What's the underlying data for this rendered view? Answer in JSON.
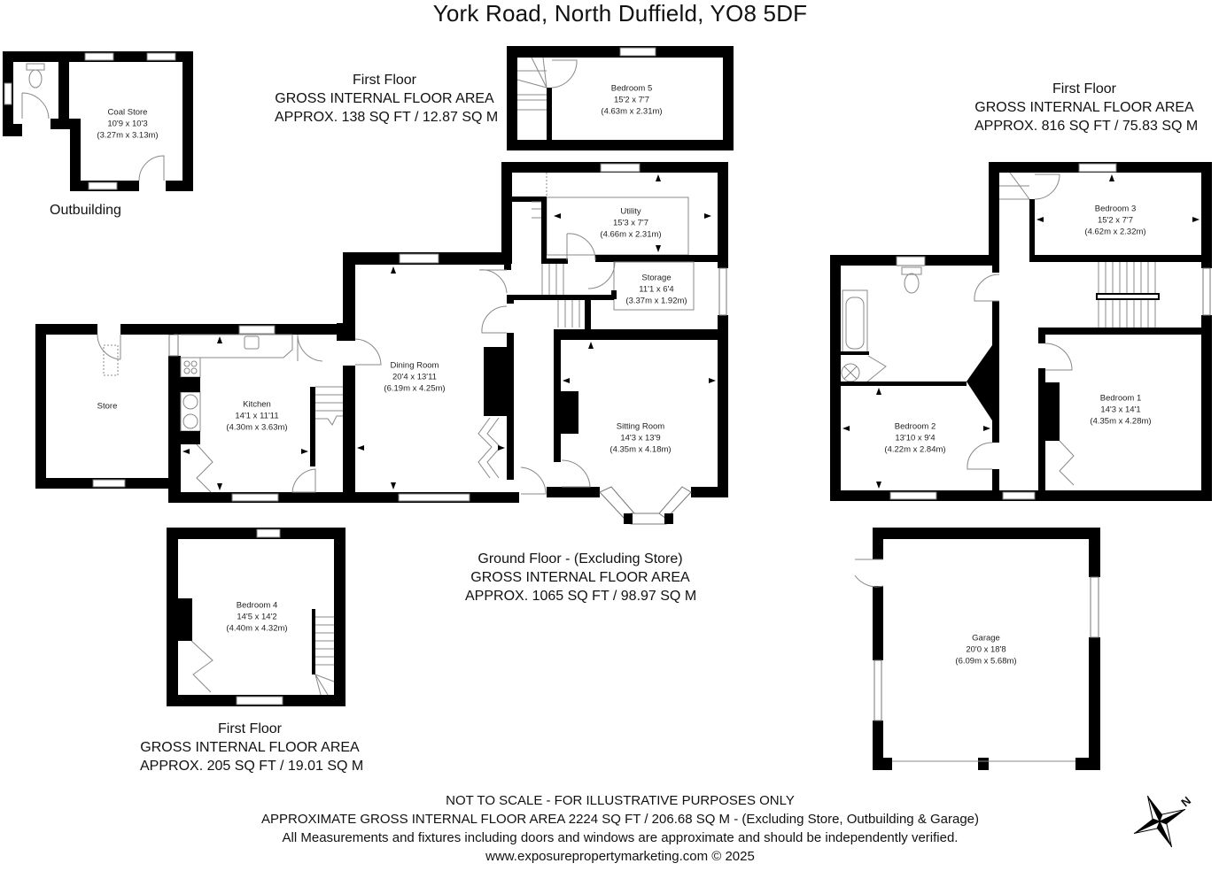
{
  "title": "York Road, North Duffield, YO8 5DF",
  "outbuilding": {
    "caption": "Outbuilding",
    "rooms": [
      {
        "name": "Coal Store",
        "imperial": "10'9 x 10'3",
        "metric": "(3.27m x 3.13m)"
      }
    ]
  },
  "floor_areas": {
    "first_floor_small": {
      "line1": "First Floor",
      "line2": "GROSS INTERNAL FLOOR AREA",
      "line3": "APPROX. 138 SQ FT / 12.87 SQ M"
    },
    "first_floor_main": {
      "line1": "First Floor",
      "line2": "GROSS INTERNAL FLOOR AREA",
      "line3": "APPROX. 816 SQ FT / 75.83 SQ M"
    },
    "ground_floor": {
      "line1": "Ground Floor - (Excluding Store)",
      "line2": "GROSS INTERNAL FLOOR AREA",
      "line3": "APPROX. 1065 SQ FT / 98.97 SQ M"
    },
    "first_floor_bed4": {
      "line1": "First Floor",
      "line2": "GROSS INTERNAL FLOOR AREA",
      "line3": "APPROX. 205 SQ FT / 19.01 SQ M"
    }
  },
  "rooms": {
    "bedroom5": {
      "name": "Bedroom 5",
      "imperial": "15'2 x 7'7",
      "metric": "(4.63m x 2.31m)"
    },
    "utility": {
      "name": "Utility",
      "imperial": "15'3 x 7'7",
      "metric": "(4.66m x 2.31m)"
    },
    "storage": {
      "name": "Storage",
      "imperial": "11'1 x 6'4",
      "metric": "(3.37m x 1.92m)"
    },
    "dining": {
      "name": "Dining Room",
      "imperial": "20'4 x 13'11",
      "metric": "(6.19m x 4.25m)"
    },
    "kitchen": {
      "name": "Kitchen",
      "imperial": "14'1 x 11'11",
      "metric": "(4.30m x 3.63m)"
    },
    "store": {
      "name": "Store"
    },
    "sitting": {
      "name": "Sitting Room",
      "imperial": "14'3 x 13'9",
      "metric": "(4.35m x 4.18m)"
    },
    "bedroom3": {
      "name": "Bedroom 3",
      "imperial": "15'2 x 7'7",
      "metric": "(4.62m x 2.32m)"
    },
    "bedroom2": {
      "name": "Bedroom 2",
      "imperial": "13'10 x 9'4",
      "metric": "(4.22m x 2.84m)"
    },
    "bedroom1": {
      "name": "Bedroom 1",
      "imperial": "14'3 x 14'1",
      "metric": "(4.35m x 4.28m)"
    },
    "bedroom4": {
      "name": "Bedroom 4",
      "imperial": "14'5 x 14'2",
      "metric": "(4.40m x 4.32m)"
    },
    "garage": {
      "name": "Garage",
      "imperial": "20'0 x 18'8",
      "metric": "(6.09m x 5.68m)"
    }
  },
  "footer": {
    "line1": "NOT TO SCALE - FOR ILLUSTRATIVE PURPOSES ONLY",
    "line2": "APPROXIMATE GROSS INTERNAL FLOOR AREA 2224 SQ FT / 206.68 SQ M - (Excluding Store, Outbuilding & Garage)",
    "line3": "All Measurements and fixtures including doors and windows are approximate and should be independently verified.",
    "line4": "www.exposurepropertymarketing.com © 2025"
  },
  "compass": {
    "icon": "compass-rose-icon",
    "label": "N"
  }
}
